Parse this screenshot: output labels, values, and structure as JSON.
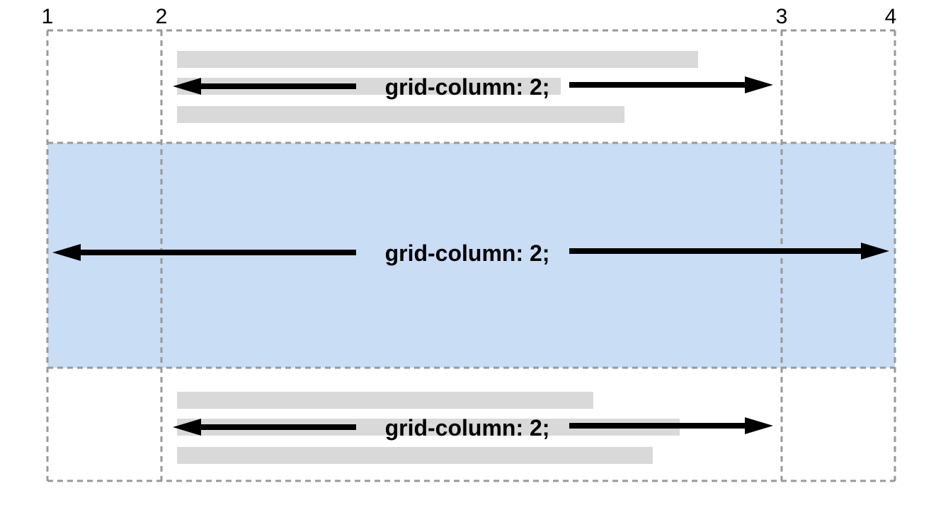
{
  "column_lines": [
    "1",
    "2",
    "3",
    "4"
  ],
  "rows": [
    {
      "label": "grid-column: 2;",
      "variant": "contained"
    },
    {
      "label": "grid-column: 2;",
      "variant": "full-bleed"
    },
    {
      "label": "grid-column: 2;",
      "variant": "contained"
    }
  ],
  "colors": {
    "highlight_fill": "#c9ddf5",
    "grid_line": "#999999",
    "placeholder_bar": "#d9d9d9",
    "arrow": "#000000"
  }
}
